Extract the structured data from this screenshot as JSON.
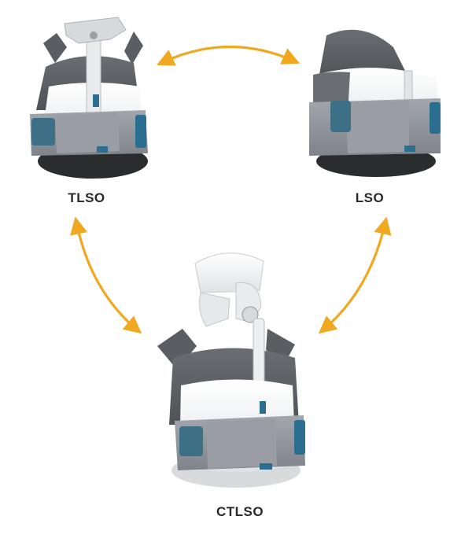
{
  "labels": {
    "tlso": "TLSO",
    "lso": "LSO",
    "ctlso": "CTLSO"
  },
  "colors": {
    "arrow": "#F0A820",
    "pad_dark": "#5a5d62",
    "pad_mid": "#7b7f86",
    "belt_gray": "#8c9096",
    "belt_light": "#a9adb3",
    "shell_white": "#f4f5f6",
    "metal": "#d7dadd",
    "accent_blue": "#2a6f8f",
    "shadow": "#2b2c2e"
  },
  "icons": {
    "tlso": "tlso-brace-illustration",
    "lso": "lso-brace-illustration",
    "ctlso": "ctlso-brace-illustration",
    "arrows": "double-headed-curved-arrow"
  }
}
